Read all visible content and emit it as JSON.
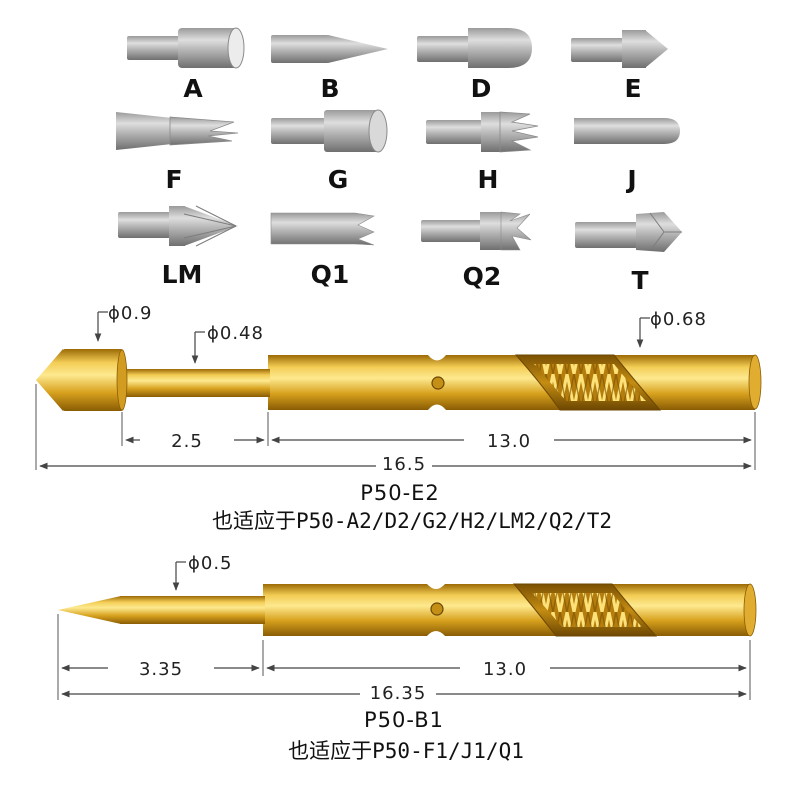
{
  "tips": [
    {
      "label": "A",
      "icon": "cup-tip-icon"
    },
    {
      "label": "B",
      "icon": "needle-tip-icon"
    },
    {
      "label": "D",
      "icon": "dome-tip-icon"
    },
    {
      "label": "E",
      "icon": "cone-tip-icon"
    },
    {
      "label": "F",
      "icon": "multi-spear-tip-icon"
    },
    {
      "label": "G",
      "icon": "flat-tip-icon"
    },
    {
      "label": "H",
      "icon": "crown-tip-icon"
    },
    {
      "label": "J",
      "icon": "round-tip-icon"
    },
    {
      "label": "LM",
      "icon": "star-tip-icon"
    },
    {
      "label": "Q1",
      "icon": "four-point-crown-tip-icon"
    },
    {
      "label": "Q2",
      "icon": "serrated-crown-tip-icon"
    },
    {
      "label": "T",
      "icon": "chisel-tip-icon"
    }
  ],
  "probes": [
    {
      "model": "P50-E2",
      "compat": "也适应于P50-A2/D2/G2/H2/LM2/Q2/T2",
      "phi_tip": "ϕ0.9",
      "phi_plunger": "ϕ0.48",
      "phi_barrel": "ϕ0.68",
      "dim_plunger": "2.5",
      "dim_barrel": "13.0",
      "dim_total": "16.5"
    },
    {
      "model": "P50-B1",
      "compat": "也适应于P50-F1/J1/Q1",
      "phi_tip": "ϕ0.5",
      "dim_plunger": "3.35",
      "dim_barrel": "13.0",
      "dim_total": "16.35"
    }
  ],
  "colors": {
    "gold": "#D9A520",
    "gold_light": "#FBE07A",
    "gold_dark": "#8C5E05",
    "tip_gray": "#A9A9A9",
    "dimension_line": "#444444"
  }
}
